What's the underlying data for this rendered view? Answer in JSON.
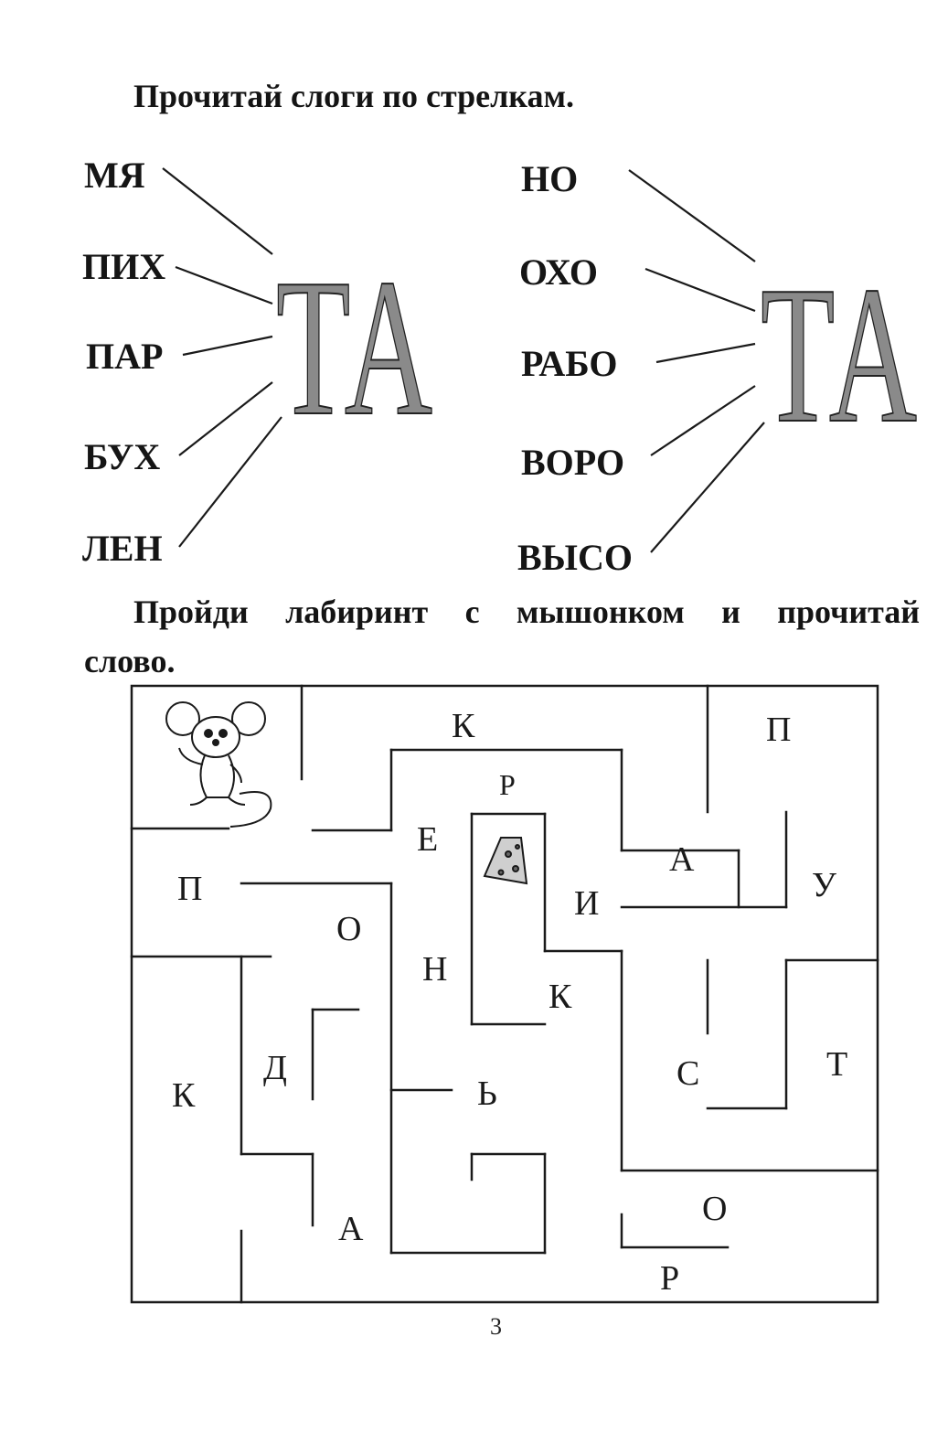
{
  "task1": {
    "heading": "Прочитай слоги по стрелкам.",
    "left_center": "ТА",
    "right_center": "ТА",
    "left_syllables": [
      "МЯ",
      "ПИХ",
      "ПАР",
      "БУХ",
      "ЛЕН"
    ],
    "right_syllables": [
      "НО",
      "ОХО",
      "РАБО",
      "ВОРО",
      "ВЫСО"
    ]
  },
  "task2": {
    "heading_line1": "Пройди лабиринт с мышонком и прочитай",
    "heading_line2": "слово.",
    "letters": [
      "К",
      "П",
      "Р",
      "Е",
      "А",
      "П",
      "У",
      "И",
      "О",
      "Н",
      "К",
      "Д",
      "С",
      "Т",
      "К",
      "Ь",
      "О",
      "А",
      "Р"
    ]
  },
  "page_number": "3"
}
